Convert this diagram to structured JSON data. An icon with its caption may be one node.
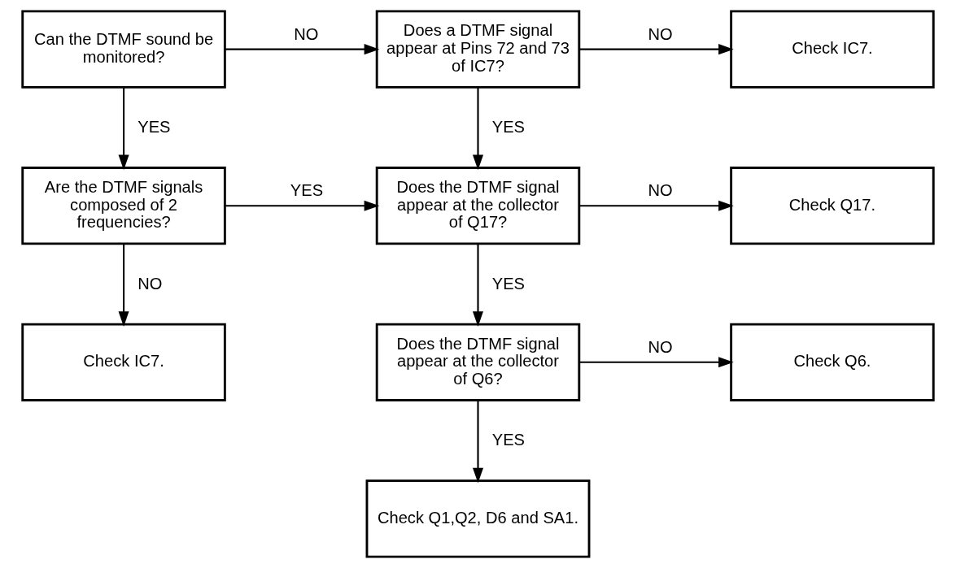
{
  "diagram": {
    "nodes": [
      {
        "text": [
          "Can the DTMF sound be monitored?"
        ]
      },
      {
        "text": [
          "Does a DTMF signal appear at Pins 72 and 73 of IC7?"
        ]
      },
      {
        "text": [
          "Check IC7."
        ]
      },
      {
        "text": [
          "Are the DTMF signals composed of 2 frequencies?"
        ]
      },
      {
        "text": [
          "Does the DTMF signal appear at the collector of Q17?"
        ]
      },
      {
        "text": [
          "Check Q17."
        ]
      },
      {
        "text": [
          "Check IC7."
        ]
      },
      {
        "text": [
          "Does the DTMF signal appear at the collector of Q6?"
        ]
      },
      {
        "text": [
          "Check Q6."
        ]
      },
      {
        "text": [
          "Check Q1,Q2, D6 and SA1."
        ]
      }
    ],
    "edges": [
      {
        "from": 0,
        "to": 1,
        "arrow": "to",
        "label": "NO"
      },
      {
        "from": 0,
        "to": 3,
        "arrow": "to",
        "label": "YES"
      },
      {
        "from": 1,
        "to": 2,
        "arrow": "to",
        "label": "NO"
      },
      {
        "from": 1,
        "to": 4,
        "arrow": "to",
        "label": "YES"
      },
      {
        "from": 3,
        "to": 4,
        "arrow": "to",
        "label": "YES"
      },
      {
        "from": 3,
        "to": 6,
        "arrow": "to",
        "label": "NO"
      },
      {
        "from": 4,
        "to": 5,
        "arrow": "to",
        "label": "NO"
      },
      {
        "from": 4,
        "to": 7,
        "arrow": "to",
        "label": "YES"
      },
      {
        "from": 7,
        "to": 8,
        "arrow": "to",
        "label": "NO"
      },
      {
        "from": 7,
        "to": 9,
        "arrow": "to",
        "label": "YES"
      }
    ]
  }
}
